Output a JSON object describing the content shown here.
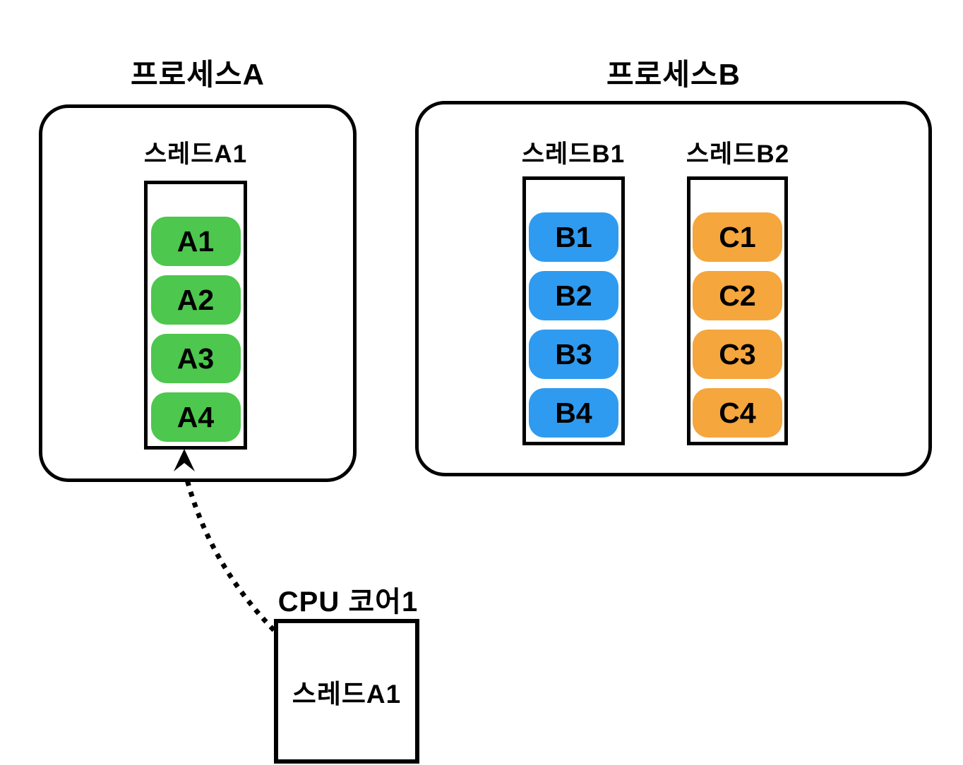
{
  "colors": {
    "background": "#FFFFFF",
    "stroke": "#000000",
    "green": "#4DC74D",
    "blue": "#2E9BF0",
    "orange": "#F5A63C"
  },
  "process_a": {
    "title": "프로세스A",
    "thread": {
      "label": "스레드A1",
      "tasks": [
        "A1",
        "A2",
        "A3",
        "A4"
      ]
    }
  },
  "process_b": {
    "title": "프로세스B",
    "threads": [
      {
        "label": "스레드B1",
        "tasks": [
          "B1",
          "B2",
          "B3",
          "B4"
        ]
      },
      {
        "label": "스레드B2",
        "tasks": [
          "C1",
          "C2",
          "C3",
          "C4"
        ]
      }
    ]
  },
  "cpu": {
    "title": "CPU 코어1",
    "running_thread": "스레드A1"
  }
}
